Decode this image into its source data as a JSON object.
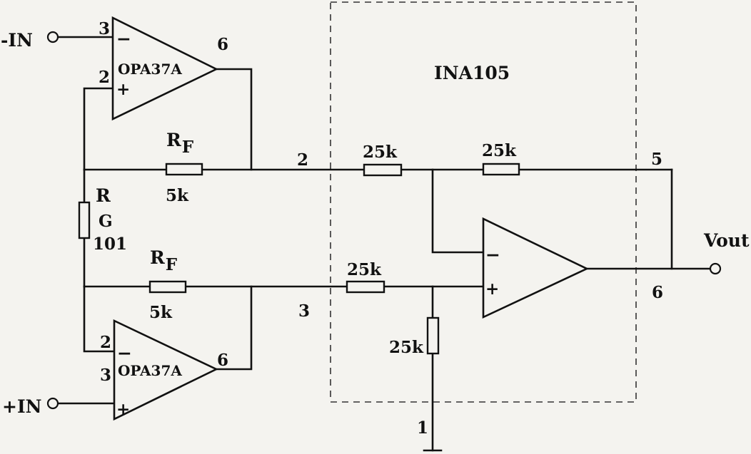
{
  "terminals": {
    "minus_in": "-IN",
    "plus_in": "+IN",
    "vout": "Vout"
  },
  "chip": {
    "label": "INA105"
  },
  "opamps": {
    "top": {
      "part": "OPA37A",
      "pin_inv": "3",
      "pin_noninv": "2",
      "pin_out": "6",
      "sign_inv": "−",
      "sign_noninv": "+"
    },
    "bottom": {
      "part": "OPA37A",
      "pin_inv": "2",
      "pin_noninv": "3",
      "pin_out": "6",
      "sign_inv": "−",
      "sign_noninv": "+"
    }
  },
  "ina_amp": {
    "sign_inv": "−",
    "sign_noninv": "+"
  },
  "resistors": {
    "rf_top": {
      "name": "R",
      "sub": "F",
      "value": "5k"
    },
    "rf_bottom": {
      "name": "R",
      "sub": "F",
      "value": "5k"
    },
    "rg": {
      "name": "R",
      "sub": "G",
      "value": "101"
    },
    "ina_in_top": {
      "value": "25k"
    },
    "ina_fb": {
      "value": "25k"
    },
    "ina_in_bottom": {
      "value": "25k"
    },
    "ina_ref": {
      "value": "25k"
    }
  },
  "pins": {
    "pin2": "2",
    "pin3": "3",
    "pin5": "5",
    "pin6": "6",
    "pin1": "1"
  }
}
